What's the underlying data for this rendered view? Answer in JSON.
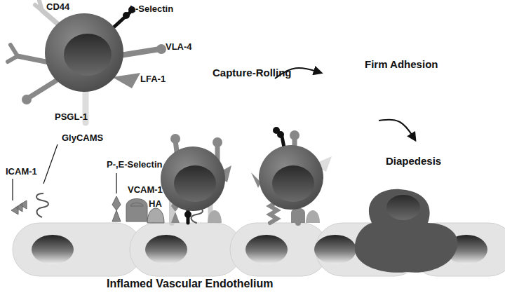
{
  "diagram": {
    "labels": [
      "CD44",
      "L-Selectin",
      "VLA-4",
      "LFA-1",
      "PSGL-1",
      "Capture-Rolling",
      "Firm Adhesion",
      "Diapedesis",
      "GlyCAMS",
      "P-,E-Selectin",
      "ICAM-1",
      "VCAM-1",
      "HA",
      "Inflamed Vascular Endothelium"
    ]
  }
}
